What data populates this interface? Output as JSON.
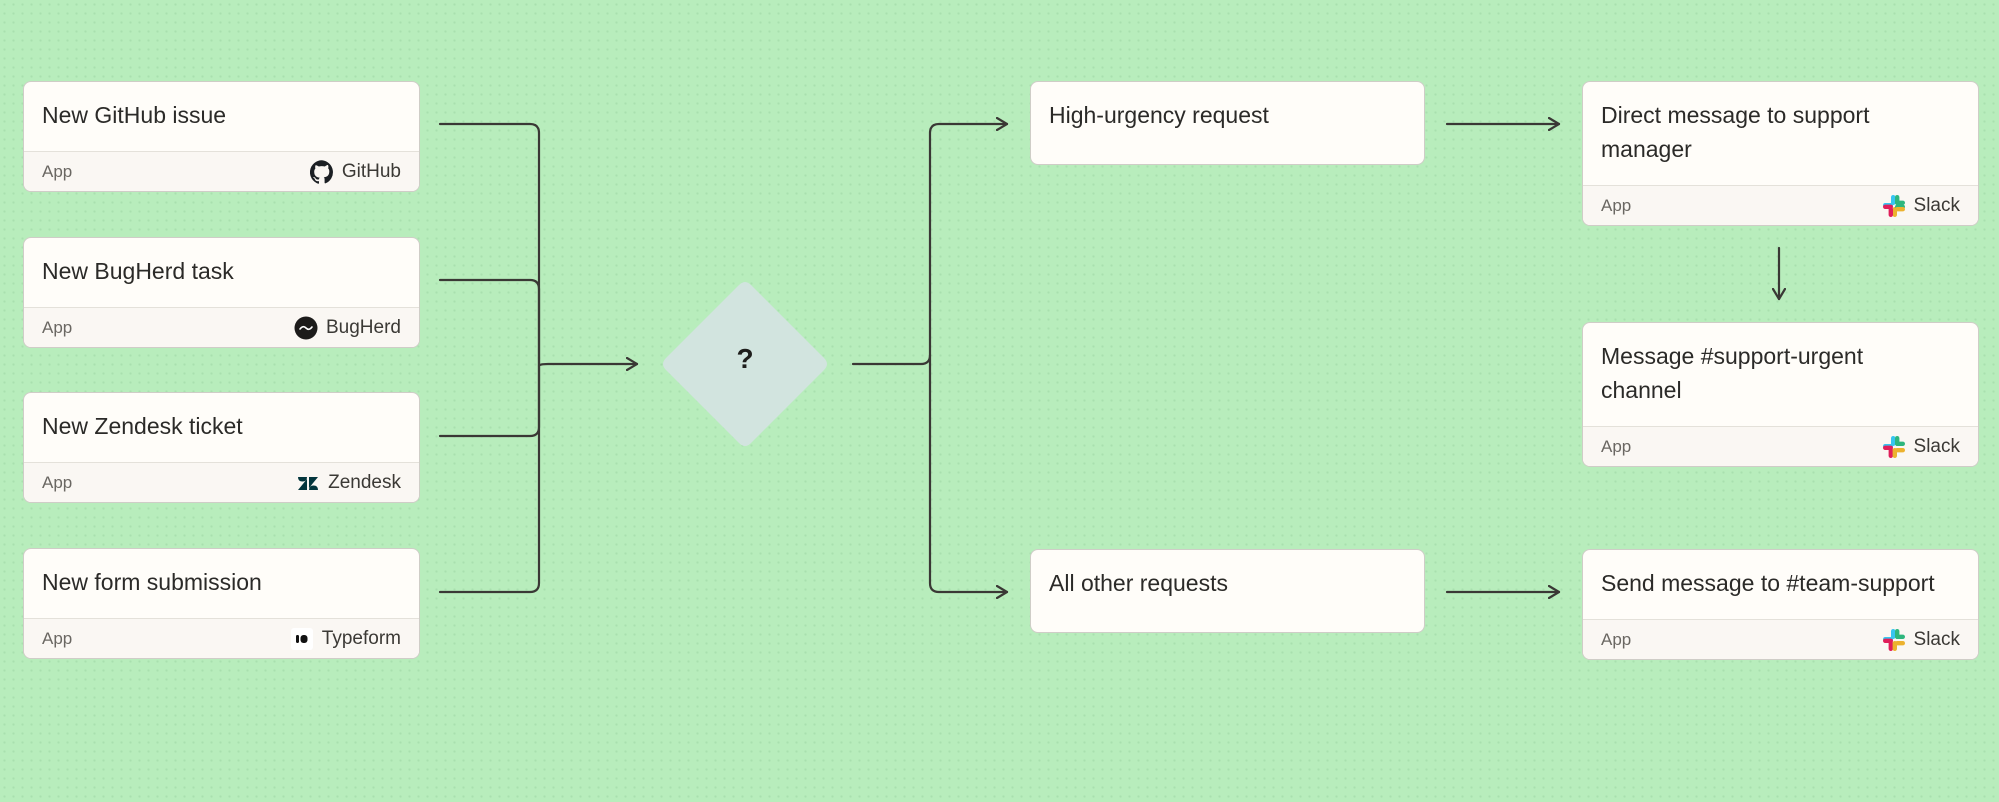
{
  "triggers": [
    {
      "title": "New GitHub issue",
      "type": "App",
      "app": "GitHub",
      "icon": "github-icon"
    },
    {
      "title": "New BugHerd task",
      "type": "App",
      "app": "BugHerd",
      "icon": "bugherd-icon"
    },
    {
      "title": "New Zendesk ticket",
      "type": "App",
      "app": "Zendesk",
      "icon": "zendesk-icon"
    },
    {
      "title": "New form submission",
      "type": "App",
      "app": "Typeform",
      "icon": "typeform-icon"
    }
  ],
  "router": {
    "label": "?",
    "color": "#d2e4df"
  },
  "paths": [
    {
      "title": "High-urgency request"
    },
    {
      "title": "All other requests"
    }
  ],
  "actions": [
    {
      "title": "Direct message to support manager",
      "type": "App",
      "app": "Slack",
      "icon": "slack-icon"
    },
    {
      "title": "Message #support-urgent channel",
      "type": "App",
      "app": "Slack",
      "icon": "slack-icon"
    },
    {
      "title": "Send message to #team-support",
      "type": "App",
      "app": "Slack",
      "icon": "slack-icon"
    }
  ],
  "colors": {
    "background": "#b8edbc",
    "card": "#fffdf9",
    "connector": "#3a3835"
  }
}
